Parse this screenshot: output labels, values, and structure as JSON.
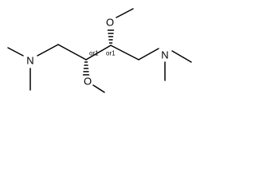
{
  "structure": {
    "atoms": {
      "n_left": "N",
      "n_right": "N",
      "o_top": "O",
      "o_bottom": "O"
    },
    "stereo": {
      "left_center": "or1",
      "right_center": "or1"
    }
  }
}
